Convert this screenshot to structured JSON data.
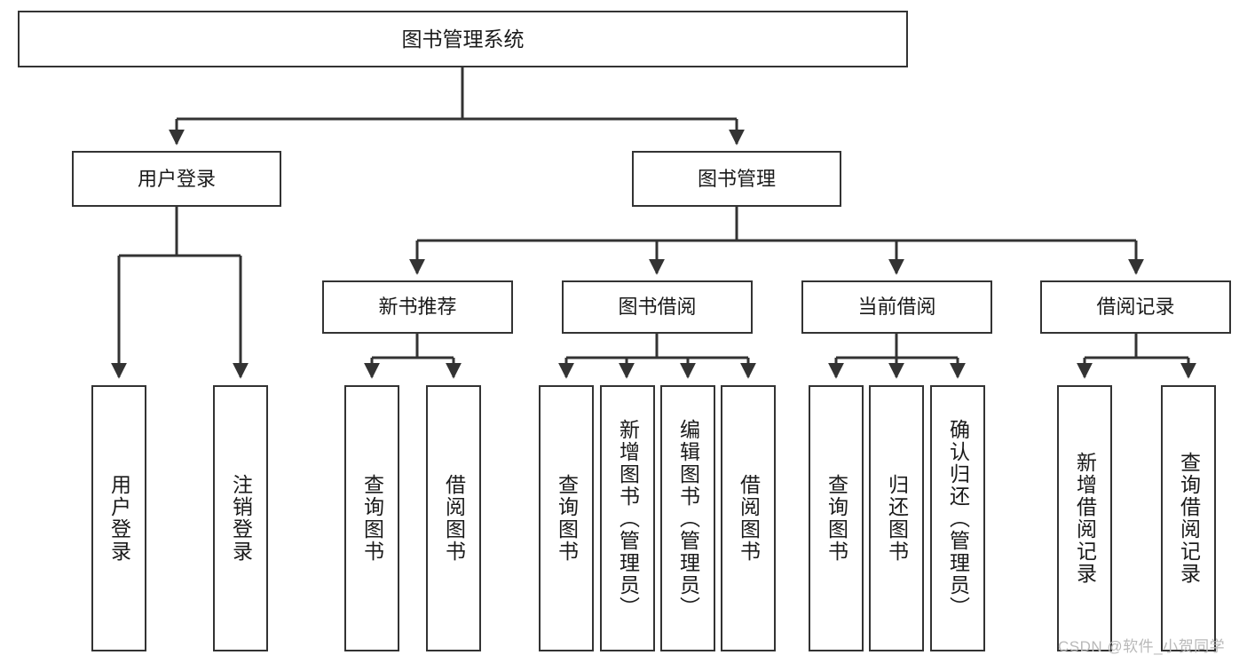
{
  "diagram": {
    "kind": "tree-hierarchy-chart",
    "title_node": {
      "label": "图书管理系统"
    },
    "level2": [
      {
        "label": "用户登录"
      },
      {
        "label": "图书管理"
      }
    ],
    "level3": [
      {
        "label": "新书推荐"
      },
      {
        "label": "图书借阅"
      },
      {
        "label": "当前借阅"
      },
      {
        "label": "借阅记录"
      }
    ],
    "leaves": {
      "user_login": [
        {
          "label": "用户登录"
        },
        {
          "label": "注销登录"
        }
      ],
      "new_book_recommend": [
        {
          "label": "查询图书"
        },
        {
          "label": "借阅图书"
        }
      ],
      "book_borrow": [
        {
          "label": "查询图书"
        },
        {
          "label": "新增图书（管理员）"
        },
        {
          "label": "编辑图书（管理员）"
        },
        {
          "label": "借阅图书"
        }
      ],
      "current_borrow": [
        {
          "label": "查询图书"
        },
        {
          "label": "归还图书"
        },
        {
          "label": "确认归还（管理员）"
        }
      ],
      "borrow_record": [
        {
          "label": "新增借阅记录"
        },
        {
          "label": "查询借阅记录"
        }
      ]
    }
  },
  "watermark": {
    "text": "CSDN @软件_小贺同学"
  },
  "colors": {
    "node_border": "#333333",
    "node_fill": "#ffffff",
    "edge": "#333333",
    "text": "#1a1a1a",
    "watermark": "#b9b9b9",
    "canvas": "#ffffff"
  }
}
